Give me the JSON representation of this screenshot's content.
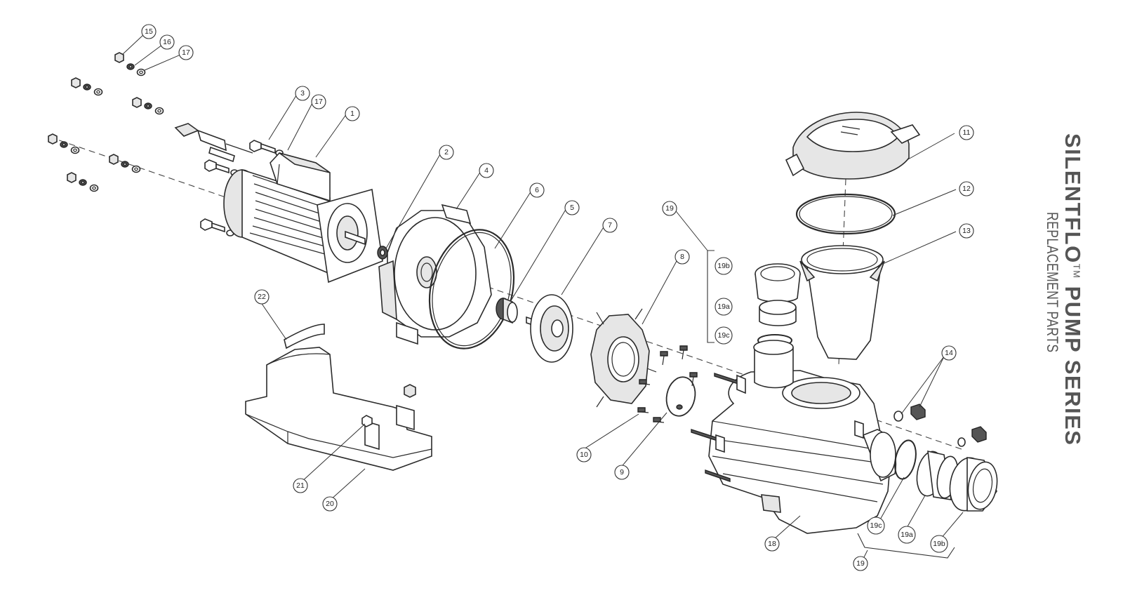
{
  "title": {
    "brand": "SILENTFLO",
    "trademark": "TM",
    "series": "PUMP SERIES",
    "subtitle": "REPLACEMENT PARTS"
  },
  "callouts": [
    {
      "id": "c15",
      "label": "15"
    },
    {
      "id": "c16",
      "label": "16"
    },
    {
      "id": "c17a",
      "label": "17"
    },
    {
      "id": "c3",
      "label": "3"
    },
    {
      "id": "c17b",
      "label": "17"
    },
    {
      "id": "c1",
      "label": "1"
    },
    {
      "id": "c2",
      "label": "2"
    },
    {
      "id": "c4",
      "label": "4"
    },
    {
      "id": "c6",
      "label": "6"
    },
    {
      "id": "c5",
      "label": "5"
    },
    {
      "id": "c7",
      "label": "7"
    },
    {
      "id": "c19top",
      "label": "19"
    },
    {
      "id": "c19b_top",
      "label": "19b"
    },
    {
      "id": "c19a_top",
      "label": "19a"
    },
    {
      "id": "c19c_top",
      "label": "19c"
    },
    {
      "id": "c8",
      "label": "8"
    },
    {
      "id": "c11",
      "label": "11"
    },
    {
      "id": "c12",
      "label": "12"
    },
    {
      "id": "c13",
      "label": "13"
    },
    {
      "id": "c14",
      "label": "14"
    },
    {
      "id": "c22",
      "label": "22"
    },
    {
      "id": "c10",
      "label": "10"
    },
    {
      "id": "c9",
      "label": "9"
    },
    {
      "id": "c21",
      "label": "21"
    },
    {
      "id": "c20",
      "label": "20"
    },
    {
      "id": "c18",
      "label": "18"
    },
    {
      "id": "c19c_bot",
      "label": "19c"
    },
    {
      "id": "c19a_bot",
      "label": "19a"
    },
    {
      "id": "c19b_bot",
      "label": "19b"
    },
    {
      "id": "c19bot",
      "label": "19"
    }
  ]
}
